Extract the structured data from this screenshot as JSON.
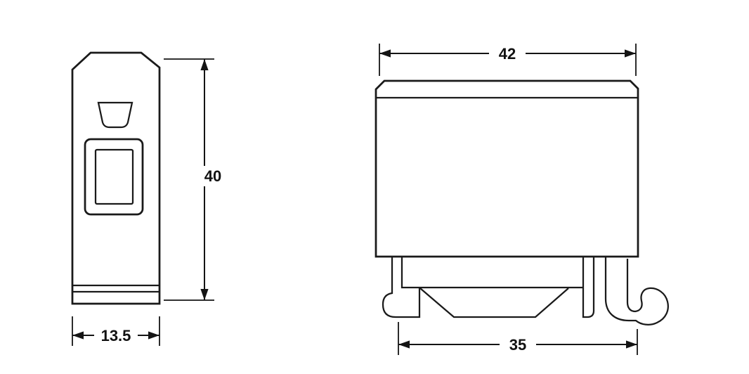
{
  "dimensions": {
    "front_width": "42",
    "side_height": "40",
    "side_width": "13.5",
    "rail_width": "35"
  },
  "colors": {
    "line": "#1a1a1a",
    "background": "#ffffff"
  }
}
